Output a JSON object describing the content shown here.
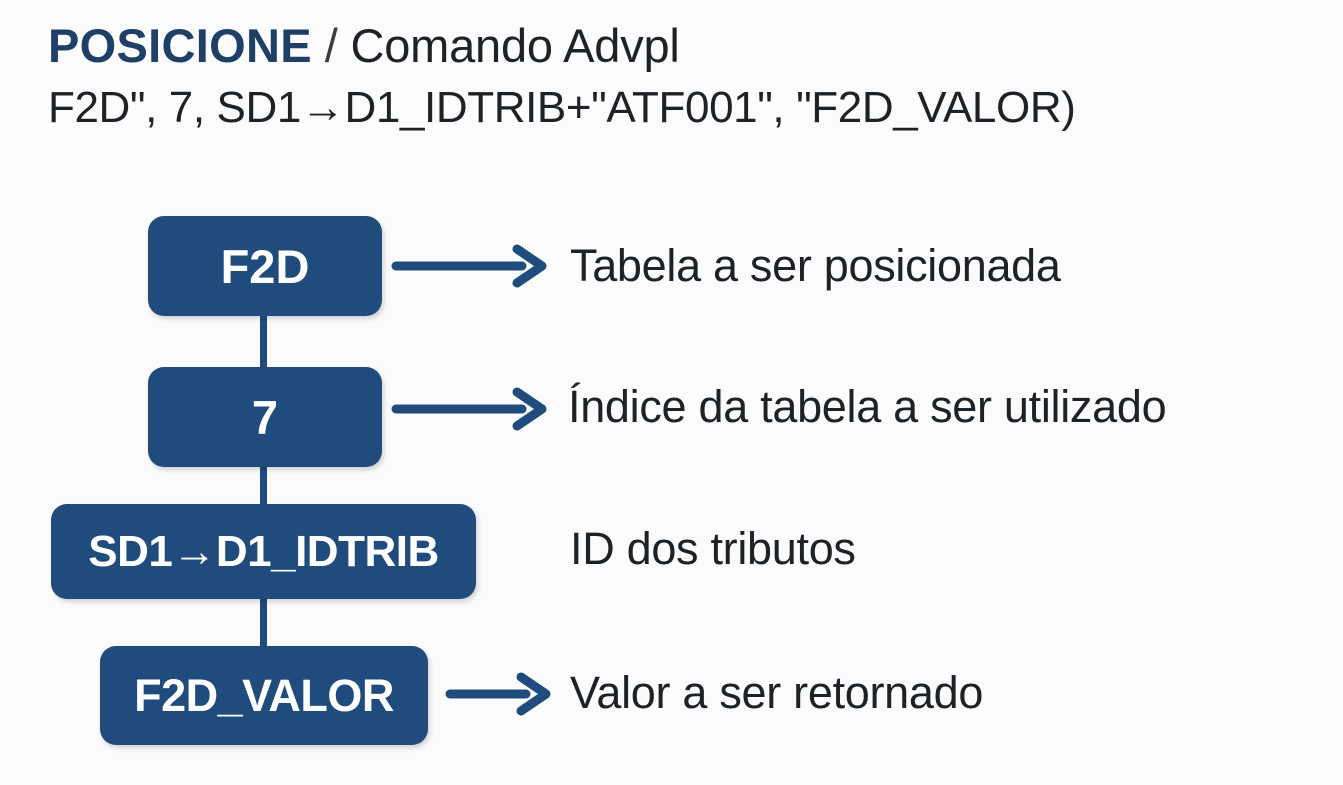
{
  "header": {
    "title_strong": "POSICIONE",
    "title_separator": "/",
    "title_rest": "Comando Advpl",
    "code_line": "F2D\", 7, SD1→D1_IDTRIB+\"ATF001\", \"F2D_VALOR)"
  },
  "colors": {
    "node_fill": "#1f4c7d",
    "node_text": "#ffffff",
    "accent_blue": "#1e3f66",
    "body_text": "#1c2226",
    "background": "#fbfbfb"
  },
  "diagram": {
    "type": "annotated-parameter-breakdown",
    "rows": [
      {
        "node": "F2D",
        "description": "Tabela a ser posicionada",
        "has_arrow": true
      },
      {
        "node": "7",
        "description": "Índice da tabela a ser utilizado",
        "has_arrow": true
      },
      {
        "node": "SD1→D1_IDTRIB",
        "description": "ID dos tributos",
        "has_arrow": false
      },
      {
        "node": "F2D_VALOR",
        "description": "Valor a ser retornado",
        "has_arrow": true
      }
    ],
    "icons": {
      "arrow": "arrow-right-icon",
      "connector": "vertical-connector"
    }
  }
}
